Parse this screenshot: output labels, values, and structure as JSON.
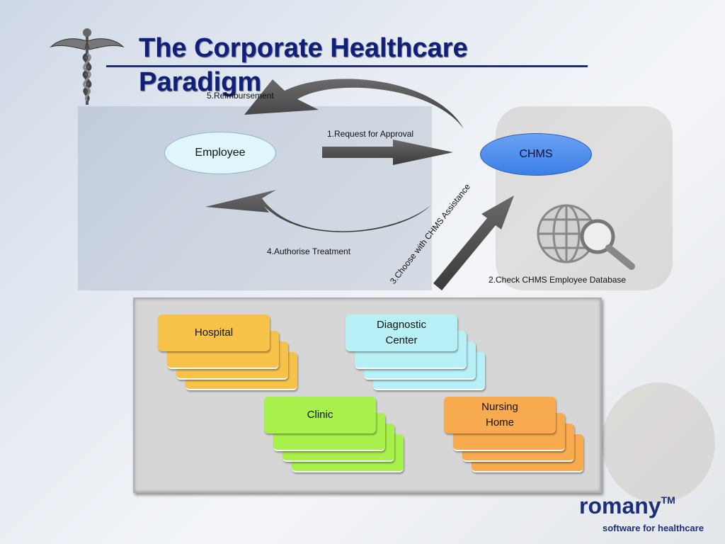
{
  "slide": {
    "title": "The Corporate Healthcare Paradigm"
  },
  "diagram": {
    "nodes": {
      "employee": "Employee",
      "chms": "CHMS"
    },
    "flows": {
      "reimbursement": "5.Reimbursement",
      "request_approval": "1.Request for Approval",
      "check_database": "2.Check CHMS Employee Database",
      "choose_assistance": "3.Choose with CHMS Assistance",
      "authorise_treatment": "4.Authorise Treatment"
    },
    "providers": {
      "hospital": {
        "label": "Hospital",
        "color": "#f7c24a"
      },
      "diagnostic": {
        "label": "Diagnostic Center",
        "color": "#b7f0f6"
      },
      "clinic": {
        "label": "Clinic",
        "color": "#a8f04b"
      },
      "nursing": {
        "label": "Nursing Home",
        "color": "#f8aa4e"
      }
    }
  },
  "branding": {
    "logo": "romany",
    "tm": "TM",
    "tagline": "software for healthcare"
  }
}
